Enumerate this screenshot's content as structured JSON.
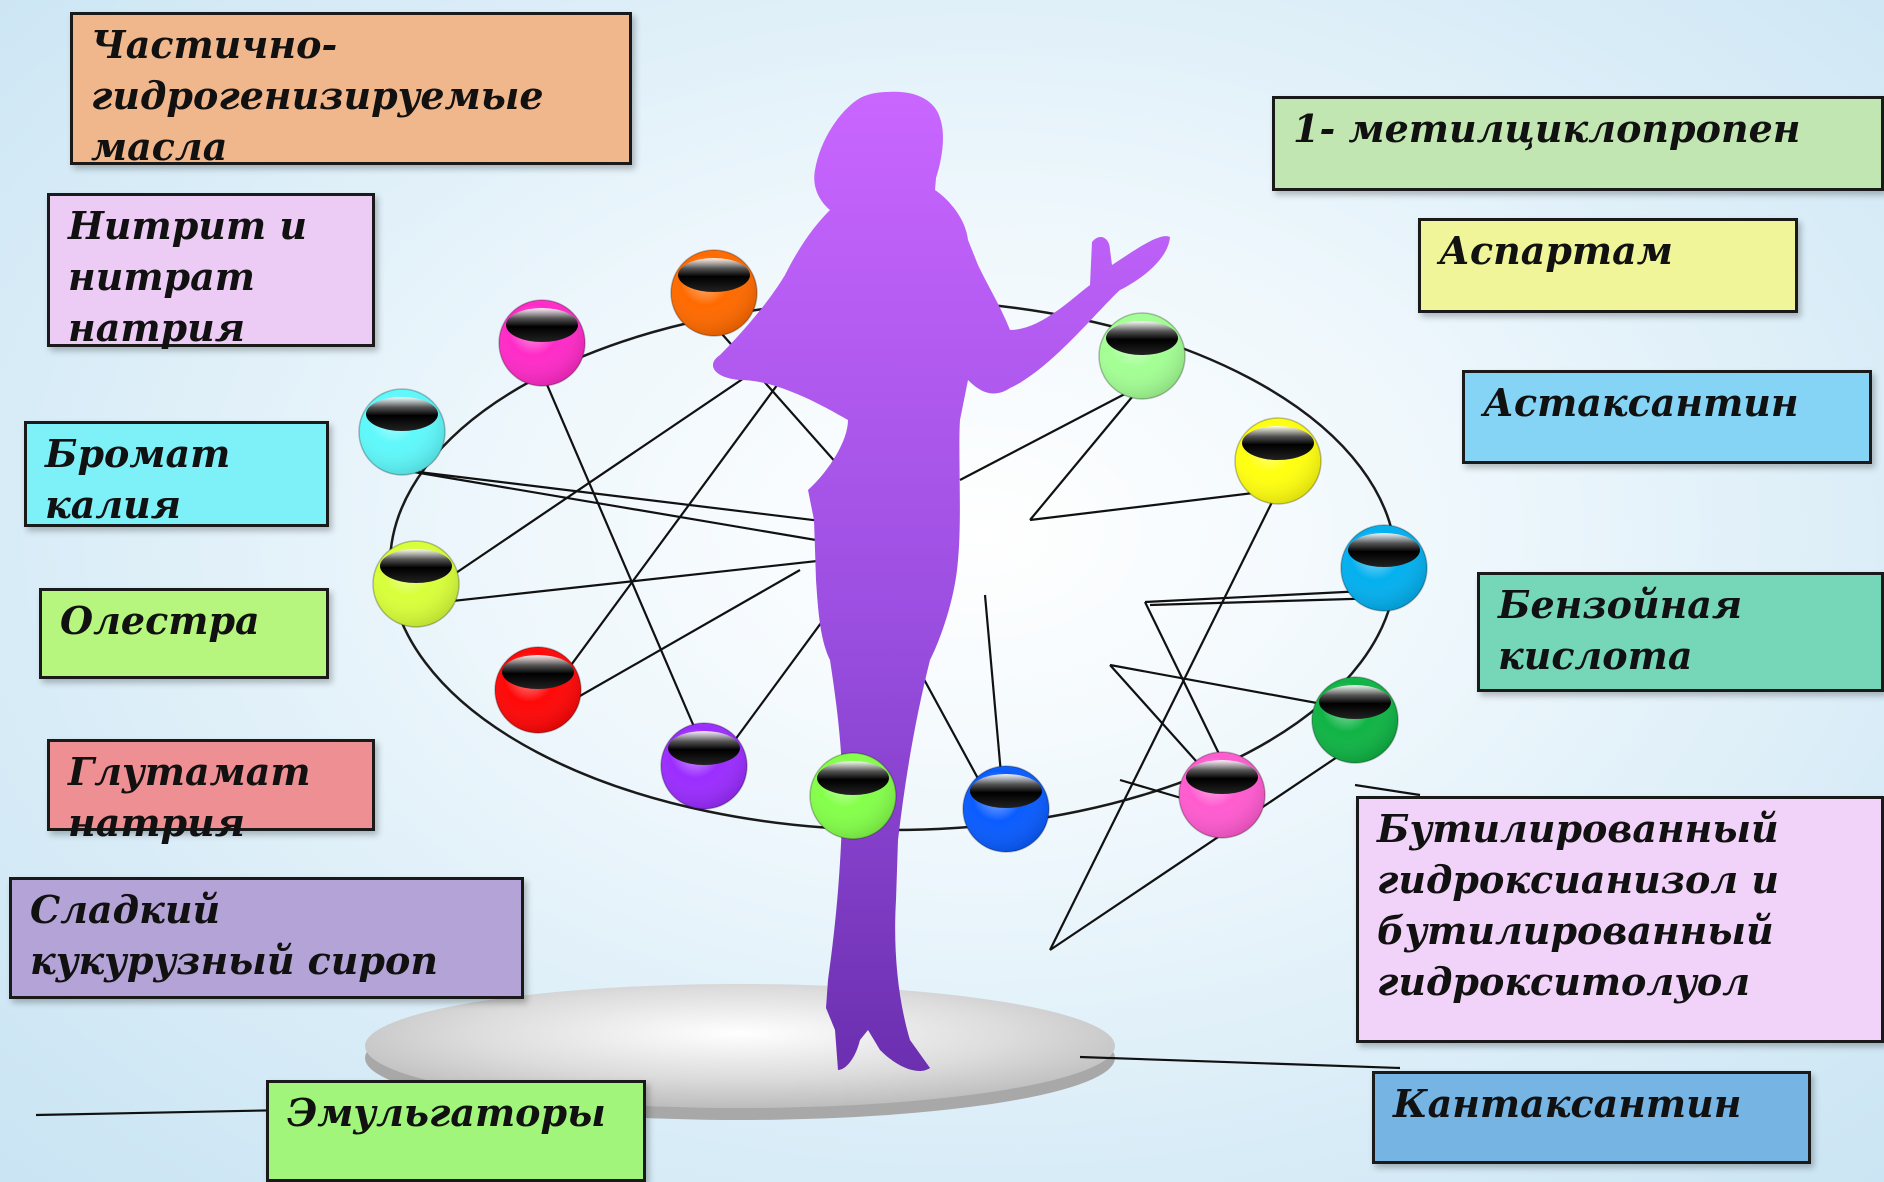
{
  "labels": [
    {
      "id": "partially-hydrogenated-oils",
      "text": "Частично-\nгидрогенизируемые\nмасла",
      "color": "#f0b68c"
    },
    {
      "id": "sodium-nitrite-nitrate",
      "text": "Нитрит и\nнитрат\nнатрия",
      "color": "#eccbf5"
    },
    {
      "id": "potassium-bromate",
      "text": "Бромат\nкалия",
      "color": "#7ef0f8"
    },
    {
      "id": "olestra",
      "text": "Олестра",
      "color": "#b6f57e"
    },
    {
      "id": "monosodium-glutamate",
      "text": "Глутамат\nнатрия",
      "color": "#ee8f93"
    },
    {
      "id": "corn-syrup",
      "text": "Сладкий\nкукурузный сироп",
      "color": "#b3a3d6"
    },
    {
      "id": "emulsifiers",
      "text": "Эмульгаторы",
      "color": "#a1f57a"
    },
    {
      "id": "methylcyclopropene",
      "text": "1- метилциклопропен",
      "color": "#c1e6b1"
    },
    {
      "id": "aspartame",
      "text": "Аспартам",
      "color": "#eff598"
    },
    {
      "id": "astaxanthin",
      "text": "Астаксантин",
      "color": "#86d4f5"
    },
    {
      "id": "benzoic-acid",
      "text": "Бензойная\nкислота",
      "color": "#75d6b8"
    },
    {
      "id": "bha-bht",
      "text": "Бутилированный\nгидроксианизол и\nбутилированный\nгидрокситолуол",
      "color": "#f1d2f8"
    },
    {
      "id": "canthaxanthin",
      "text": "Кантаксантин",
      "color": "#76b4e4"
    }
  ],
  "spheres": [
    {
      "id": "orange",
      "color": "#ff6a00"
    },
    {
      "id": "magenta",
      "color": "#ff2bc8"
    },
    {
      "id": "cyan",
      "color": "#5ff8fb"
    },
    {
      "id": "yellow-green",
      "color": "#d8ff3a"
    },
    {
      "id": "red",
      "color": "#ff0808"
    },
    {
      "id": "purple",
      "color": "#9b2dff"
    },
    {
      "id": "light-green",
      "color": "#84ff4a"
    },
    {
      "id": "blue",
      "color": "#0a5cff"
    },
    {
      "id": "pink",
      "color": "#ff5bd0"
    },
    {
      "id": "green",
      "color": "#10b445"
    },
    {
      "id": "sky-blue",
      "color": "#04b0ef"
    },
    {
      "id": "yellow",
      "color": "#ffff10"
    },
    {
      "id": "mint",
      "color": "#a3ff94"
    }
  ],
  "figure_color": "#9b4fe0",
  "platform_color": "#d9d9d9"
}
